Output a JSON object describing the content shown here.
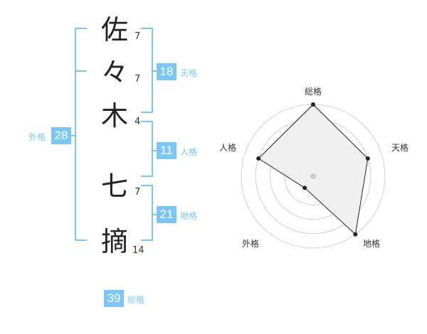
{
  "characters": [
    {
      "char": "佐",
      "strokes": "7"
    },
    {
      "char": "々",
      "strokes": "7"
    },
    {
      "char": "木",
      "strokes": "4"
    },
    {
      "char": "七",
      "strokes": "7"
    },
    {
      "char": "摘",
      "strokes": "14"
    }
  ],
  "scores": {
    "tenkaku": {
      "value": "18",
      "label": "天格"
    },
    "jinkaku": {
      "value": "11",
      "label": "人格"
    },
    "chikaku": {
      "value": "21",
      "label": "地格"
    },
    "gaikaku": {
      "value": "28",
      "label": "外格"
    },
    "soukaku": {
      "value": "39",
      "label": "総格"
    }
  },
  "radar": {
    "labels": {
      "top": "総格",
      "right": "天格",
      "bottom_right": "地格",
      "bottom_left": "外格",
      "left": "人格"
    },
    "levels": 5,
    "values": {
      "soukaku": 1.0,
      "tenkaku": 0.8,
      "chikaku": 1.0,
      "gaikaku": 0.2,
      "jinkaku": 0.8
    },
    "colors": {
      "grid": "#d0d0d0",
      "fill": "#eeeeee",
      "line": "#222222",
      "center": "#cccccc"
    }
  },
  "colors": {
    "accent": "#7cc6f6",
    "bracket": "#7cc6f6"
  }
}
